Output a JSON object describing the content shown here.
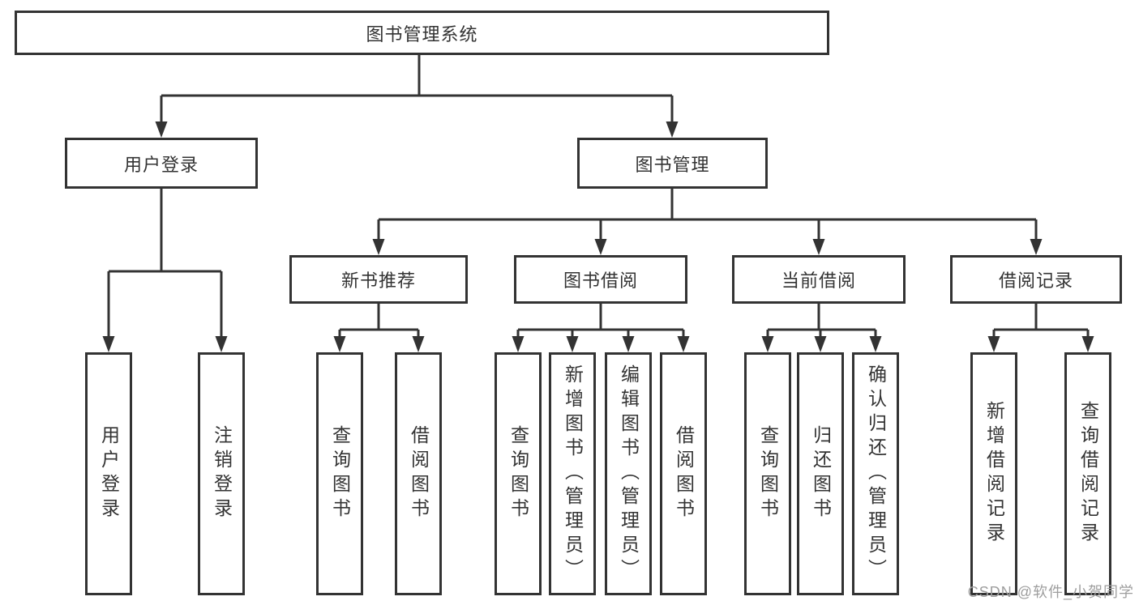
{
  "tree": {
    "root": {
      "label": "图书管理系统"
    },
    "branches": [
      {
        "label": "用户登录",
        "children": [
          {
            "label": "用户登录"
          },
          {
            "label": "注销登录"
          }
        ]
      },
      {
        "label": "图书管理",
        "children": [
          {
            "label": "新书推荐",
            "children": [
              {
                "label": "查询图书"
              },
              {
                "label": "借阅图书"
              }
            ]
          },
          {
            "label": "图书借阅",
            "children": [
              {
                "label": "查询图书"
              },
              {
                "label": "新增图书（管理员）"
              },
              {
                "label": "编辑图书（管理员）"
              },
              {
                "label": "借阅图书"
              }
            ]
          },
          {
            "label": "当前借阅",
            "children": [
              {
                "label": "查询图书"
              },
              {
                "label": "归还图书"
              },
              {
                "label": "确认归还（管理员）"
              }
            ]
          },
          {
            "label": "借阅记录",
            "children": [
              {
                "label": "新增借阅记录"
              },
              {
                "label": "查询借阅记录"
              }
            ]
          }
        ]
      }
    ]
  },
  "watermark": {
    "text": "CSDN @软件_小贺同学"
  },
  "colors": {
    "line": "#333333",
    "box_background": "#ffffff",
    "text": "#333333",
    "watermark": "#9e9e9e"
  }
}
